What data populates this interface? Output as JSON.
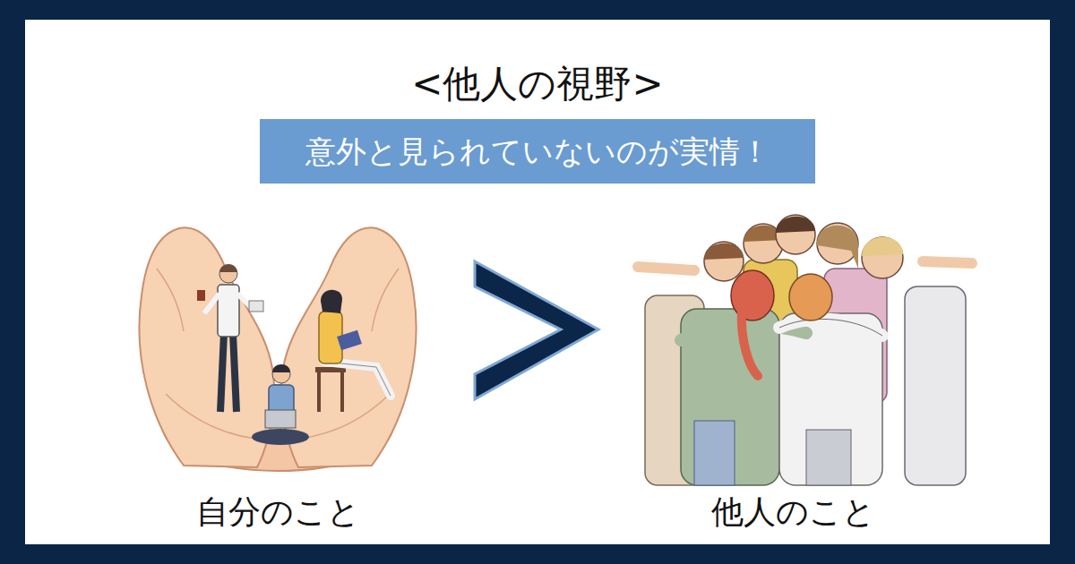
{
  "diagram": {
    "title": "<他人の視野>",
    "nodes": [
      {
        "text": [
          "意外と見られていないのが実情！"
        ]
      }
    ],
    "labels": [
      "自分のこと",
      "他人のこと"
    ]
  }
}
